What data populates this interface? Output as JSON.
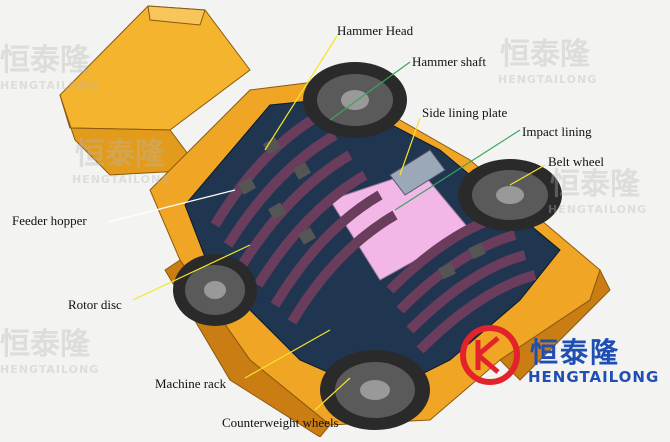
{
  "labels": {
    "hammer_head": "Hammer Head",
    "hammer_shaft": "Hammer shaft",
    "side_lining_plate": "Side lining plate",
    "impact_lining": "Impact lining",
    "belt_wheel": "Belt wheel",
    "feeder_hopper": "Feeder hopper",
    "rotor_disc": "Rotor disc",
    "machine_rack": "Machine rack",
    "counterweight_wheels": "Counterweight wheels"
  },
  "watermark": {
    "cn": "恒泰隆",
    "en": "HENGTAILONG"
  },
  "brand": {
    "cn": "恒泰隆",
    "en": "HENGTAILONG"
  },
  "colors": {
    "housing_orange": "#f0a624",
    "housing_dark": "#c97d12",
    "rotor_dark": "#2a2a2a",
    "disc_purple": "#6a3d5c",
    "impact_pink": "#f2b7e6",
    "leader_yellow": "#f5e52a",
    "leader_green": "#3aa55a",
    "leader_white": "#ffffff",
    "brand_red": "#e3232b",
    "brand_blue": "#1f4fb5"
  }
}
